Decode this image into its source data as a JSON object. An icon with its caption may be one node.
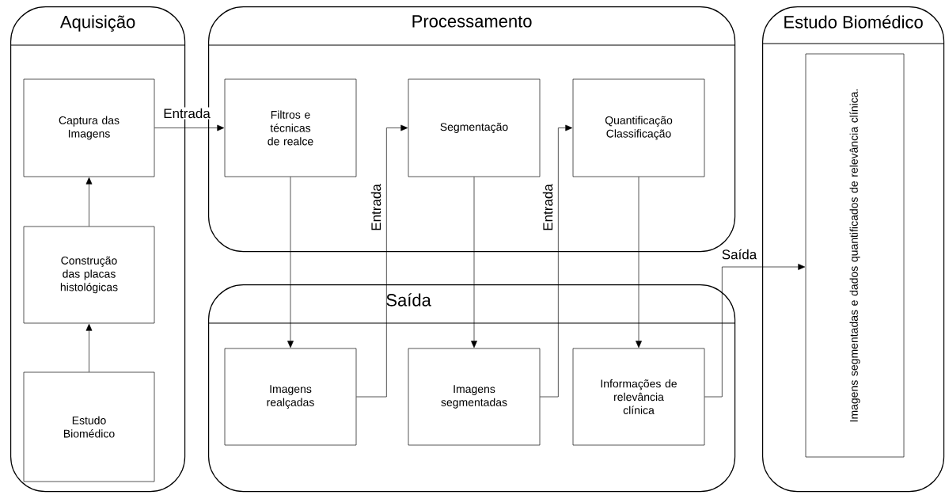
{
  "diagram": {
    "nodes": [
      {
        "text": [
          "Aquisição"
        ]
      },
      {
        "text": [
          "Captura das Imagens"
        ],
        "in": 0
      },
      {
        "text": [
          "Construção das placas histológicas"
        ],
        "in": 0
      },
      {
        "text": [
          "Estudo Biomédico"
        ],
        "in": 0
      },
      {
        "text": [
          "Processamento"
        ]
      },
      {
        "text": [
          "Filtros e técnicas de realce"
        ],
        "in": 4
      },
      {
        "text": [
          "Segmentação"
        ],
        "in": 4
      },
      {
        "text": [
          "Quantificação Classificação"
        ],
        "in": 4
      },
      {
        "text": [
          "Saída"
        ]
      },
      {
        "text": [
          "Imagens realçadas"
        ],
        "in": 8
      },
      {
        "text": [
          "Imagens segmentadas"
        ],
        "in": 8
      },
      {
        "text": [
          "Informações de relevância clínica"
        ],
        "in": 8
      },
      {
        "text": [
          "Estudo Biomédico"
        ]
      },
      {
        "text": [
          "Imagens segmentadas e dados quantificados de relevância clínica."
        ],
        "in": 12
      }
    ],
    "edges": [
      {
        "from": 3,
        "to": 2,
        "arrow": "to"
      },
      {
        "from": 2,
        "to": 1,
        "arrow": "to"
      },
      {
        "from": 1,
        "to": 5,
        "arrow": "to",
        "label": "Entrada"
      },
      {
        "from": 5,
        "to": 9,
        "arrow": "to"
      },
      {
        "from": 6,
        "to": 10,
        "arrow": "to"
      },
      {
        "from": 7,
        "to": 11,
        "arrow": "to"
      },
      {
        "from": 9,
        "to": 6,
        "arrow": "to",
        "label": "Entrada"
      },
      {
        "from": 10,
        "to": 7,
        "arrow": "to",
        "label": "Entrada"
      },
      {
        "from": 11,
        "to": 13,
        "arrow": "to",
        "label": "Saída"
      }
    ]
  }
}
